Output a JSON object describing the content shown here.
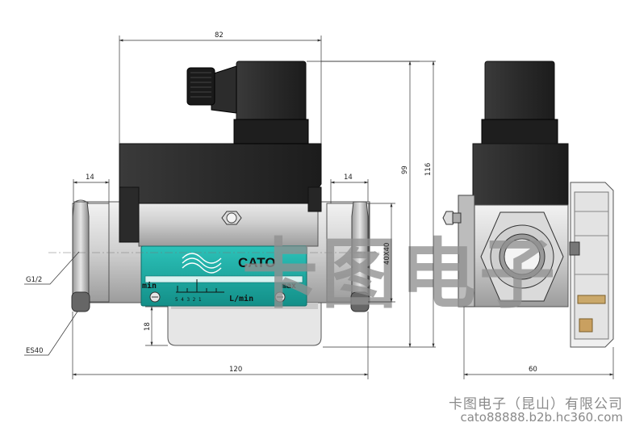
{
  "dimensions": {
    "top_width": "82",
    "left_fitting": "14",
    "right_fitting": "14",
    "height_99": "99",
    "height_116": "116",
    "section": "40X40",
    "bottom_offset": "18",
    "overall_length": "120",
    "side_width": "60",
    "thread": "G1/2",
    "wrench": "ES40"
  },
  "plate": {
    "brand": "CATO",
    "min_label": "min",
    "max_label": "max",
    "unit": "L/min",
    "scale_marks": "5 4 3 2 1"
  },
  "watermark": "卡图电子",
  "footer": {
    "company": "卡图电子（昆山）有限公司",
    "website": "cato88888.b2b.hc360.com"
  },
  "colors": {
    "housing": "#2e2e2e",
    "body_metal": "#d8d8d8",
    "plate": "#1aa7a0",
    "watermark": "#8f8f8f"
  }
}
